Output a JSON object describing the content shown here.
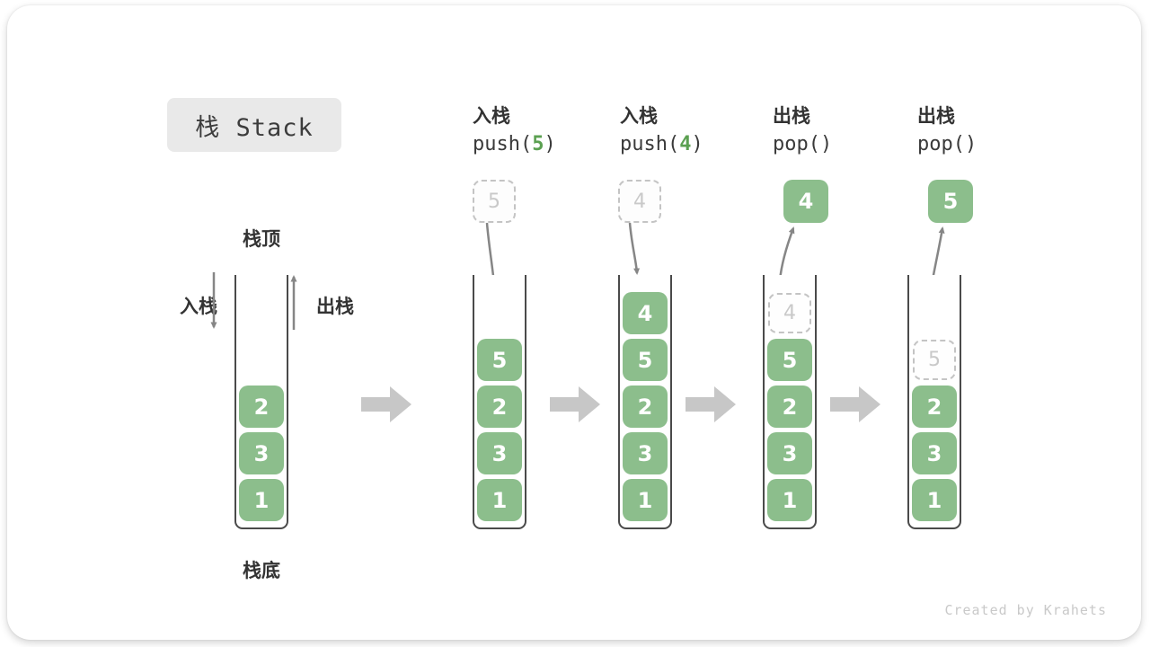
{
  "title": "栈 Stack",
  "legend": {
    "stack_top": "栈顶",
    "stack_bottom": "栈底",
    "push": "入栈",
    "pop": "出栈"
  },
  "initial_stack": {
    "cells": [
      {
        "value": "2",
        "style": "solid"
      },
      {
        "value": "3",
        "style": "solid"
      },
      {
        "value": "1",
        "style": "solid"
      }
    ]
  },
  "steps": [
    {
      "label": "入栈",
      "code_pre": "push(",
      "code_arg": "5",
      "code_post": ")",
      "floating": {
        "value": "5",
        "style": "dashed"
      },
      "cells": [
        {
          "value": "5",
          "style": "solid"
        },
        {
          "value": "2",
          "style": "solid"
        },
        {
          "value": "3",
          "style": "solid"
        },
        {
          "value": "1",
          "style": "solid"
        }
      ]
    },
    {
      "label": "入栈",
      "code_pre": "push(",
      "code_arg": "4",
      "code_post": ")",
      "floating": {
        "value": "4",
        "style": "dashed"
      },
      "cells": [
        {
          "value": "4",
          "style": "solid"
        },
        {
          "value": "5",
          "style": "solid"
        },
        {
          "value": "2",
          "style": "solid"
        },
        {
          "value": "3",
          "style": "solid"
        },
        {
          "value": "1",
          "style": "solid"
        }
      ]
    },
    {
      "label": "出栈",
      "code_pre": "pop(",
      "code_arg": "",
      "code_post": ")",
      "floating": {
        "value": "4",
        "style": "solid"
      },
      "cells": [
        {
          "value": "4",
          "style": "dashed"
        },
        {
          "value": "5",
          "style": "solid"
        },
        {
          "value": "2",
          "style": "solid"
        },
        {
          "value": "3",
          "style": "solid"
        },
        {
          "value": "1",
          "style": "solid"
        }
      ]
    },
    {
      "label": "出栈",
      "code_pre": "pop(",
      "code_arg": "",
      "code_post": ")",
      "floating": {
        "value": "5",
        "style": "solid"
      },
      "cells": [
        {
          "value": "5",
          "style": "dashed"
        },
        {
          "value": "2",
          "style": "solid"
        },
        {
          "value": "3",
          "style": "solid"
        },
        {
          "value": "1",
          "style": "solid"
        }
      ]
    }
  ],
  "watermark": "Created by Krahets",
  "colors": {
    "block_green": "#8CBE8C",
    "code_arg_green": "#5BA051",
    "container_border": "#4a4a4a",
    "thin_arrow": "#868686",
    "block_arrow": "#c7c7c7",
    "dashed_border": "#c4c4c4",
    "title_bg": "#e9e9e9"
  }
}
